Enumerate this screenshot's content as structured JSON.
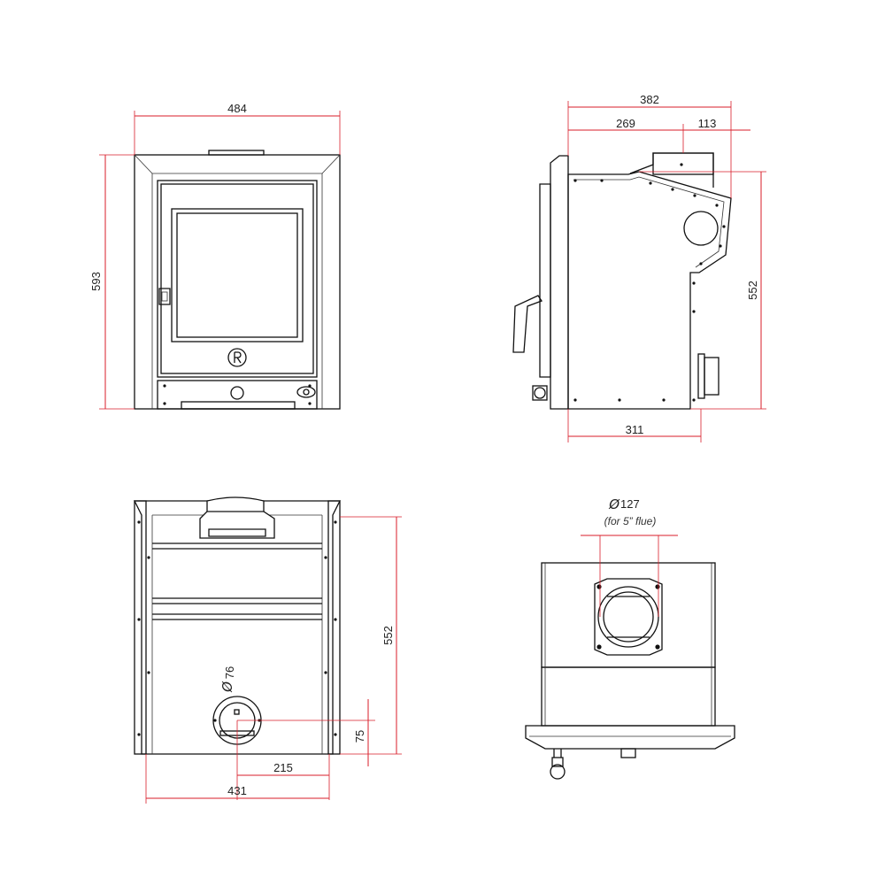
{
  "colors": {
    "dimension_line": "#d81e2a",
    "outline": "#111111",
    "background": "#ffffff"
  },
  "front_view": {
    "width": "484",
    "height": "593"
  },
  "side_view": {
    "depth_total": "382",
    "depth_front": "269",
    "depth_rear": "113",
    "height": "552",
    "base_depth": "311"
  },
  "rear_view": {
    "height": "552",
    "outlet_diameter": "76",
    "outlet_height": "75",
    "outlet_offset": "215",
    "width": "431"
  },
  "top_view": {
    "flue_diameter": "127",
    "flue_note": "(for 5” flue)"
  }
}
